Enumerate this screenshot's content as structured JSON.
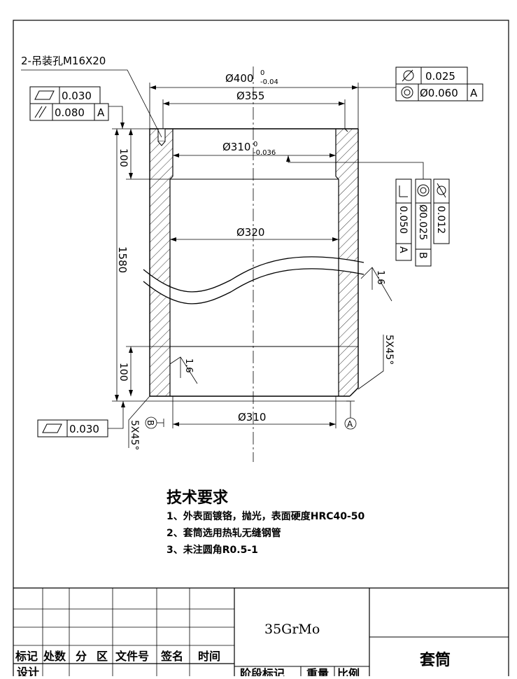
{
  "drawing": {
    "lifting_holes_label": "2-吊装孔M16X20",
    "dim_od_main": "Ø400",
    "dim_od_upper": "0",
    "dim_od_lower": "-0.04",
    "dim_355": "Ø355",
    "dim_bore_main": "Ø310",
    "dim_bore_upper": "0",
    "dim_bore_lower": "-0.036",
    "dim_320": "Ø320",
    "dim_310_bottom": "Ø310",
    "dim_height": "1580",
    "dim_top_100": "100",
    "dim_bottom_100": "100",
    "chamfer_right": "5X45°",
    "chamfer_left": "5X45°",
    "roughness_right": "1.6",
    "roughness_inner": "1.6",
    "datum_a": "A",
    "datum_b": "B"
  },
  "tolerance_frames": {
    "top_left_flatness": "0.030",
    "top_left_parallel": "0.080",
    "top_left_parallel_datum": "A",
    "top_right_cyl": "0.025",
    "top_right_coax": "Ø0.060",
    "top_right_coax_datum": "A",
    "right_perp": "0.050",
    "right_perp_datum": "A",
    "right_coax": "Ø0.025",
    "right_coax_datum": "B",
    "right_cyl": "0.012",
    "bottom_left_flatness": "0.030"
  },
  "notes": {
    "title": "技术要求",
    "line1": "1、外表面镀铬，抛光，表面硬度HRC40-50",
    "line2": "2、套筒选用热轧无缝钢管",
    "line3": "3、未注圆角R0.5-1"
  },
  "title_block": {
    "material": "35GrMo",
    "part_name": "套筒",
    "header_mark": "标记",
    "header_count": "处数",
    "header_zone_a": "分",
    "header_zone_b": "区",
    "header_doc": "文件号",
    "header_sign": "签名",
    "header_time": "时间",
    "design": "设计",
    "stage_mark": "阶段标记",
    "weight": "重量",
    "scale": "比例"
  }
}
